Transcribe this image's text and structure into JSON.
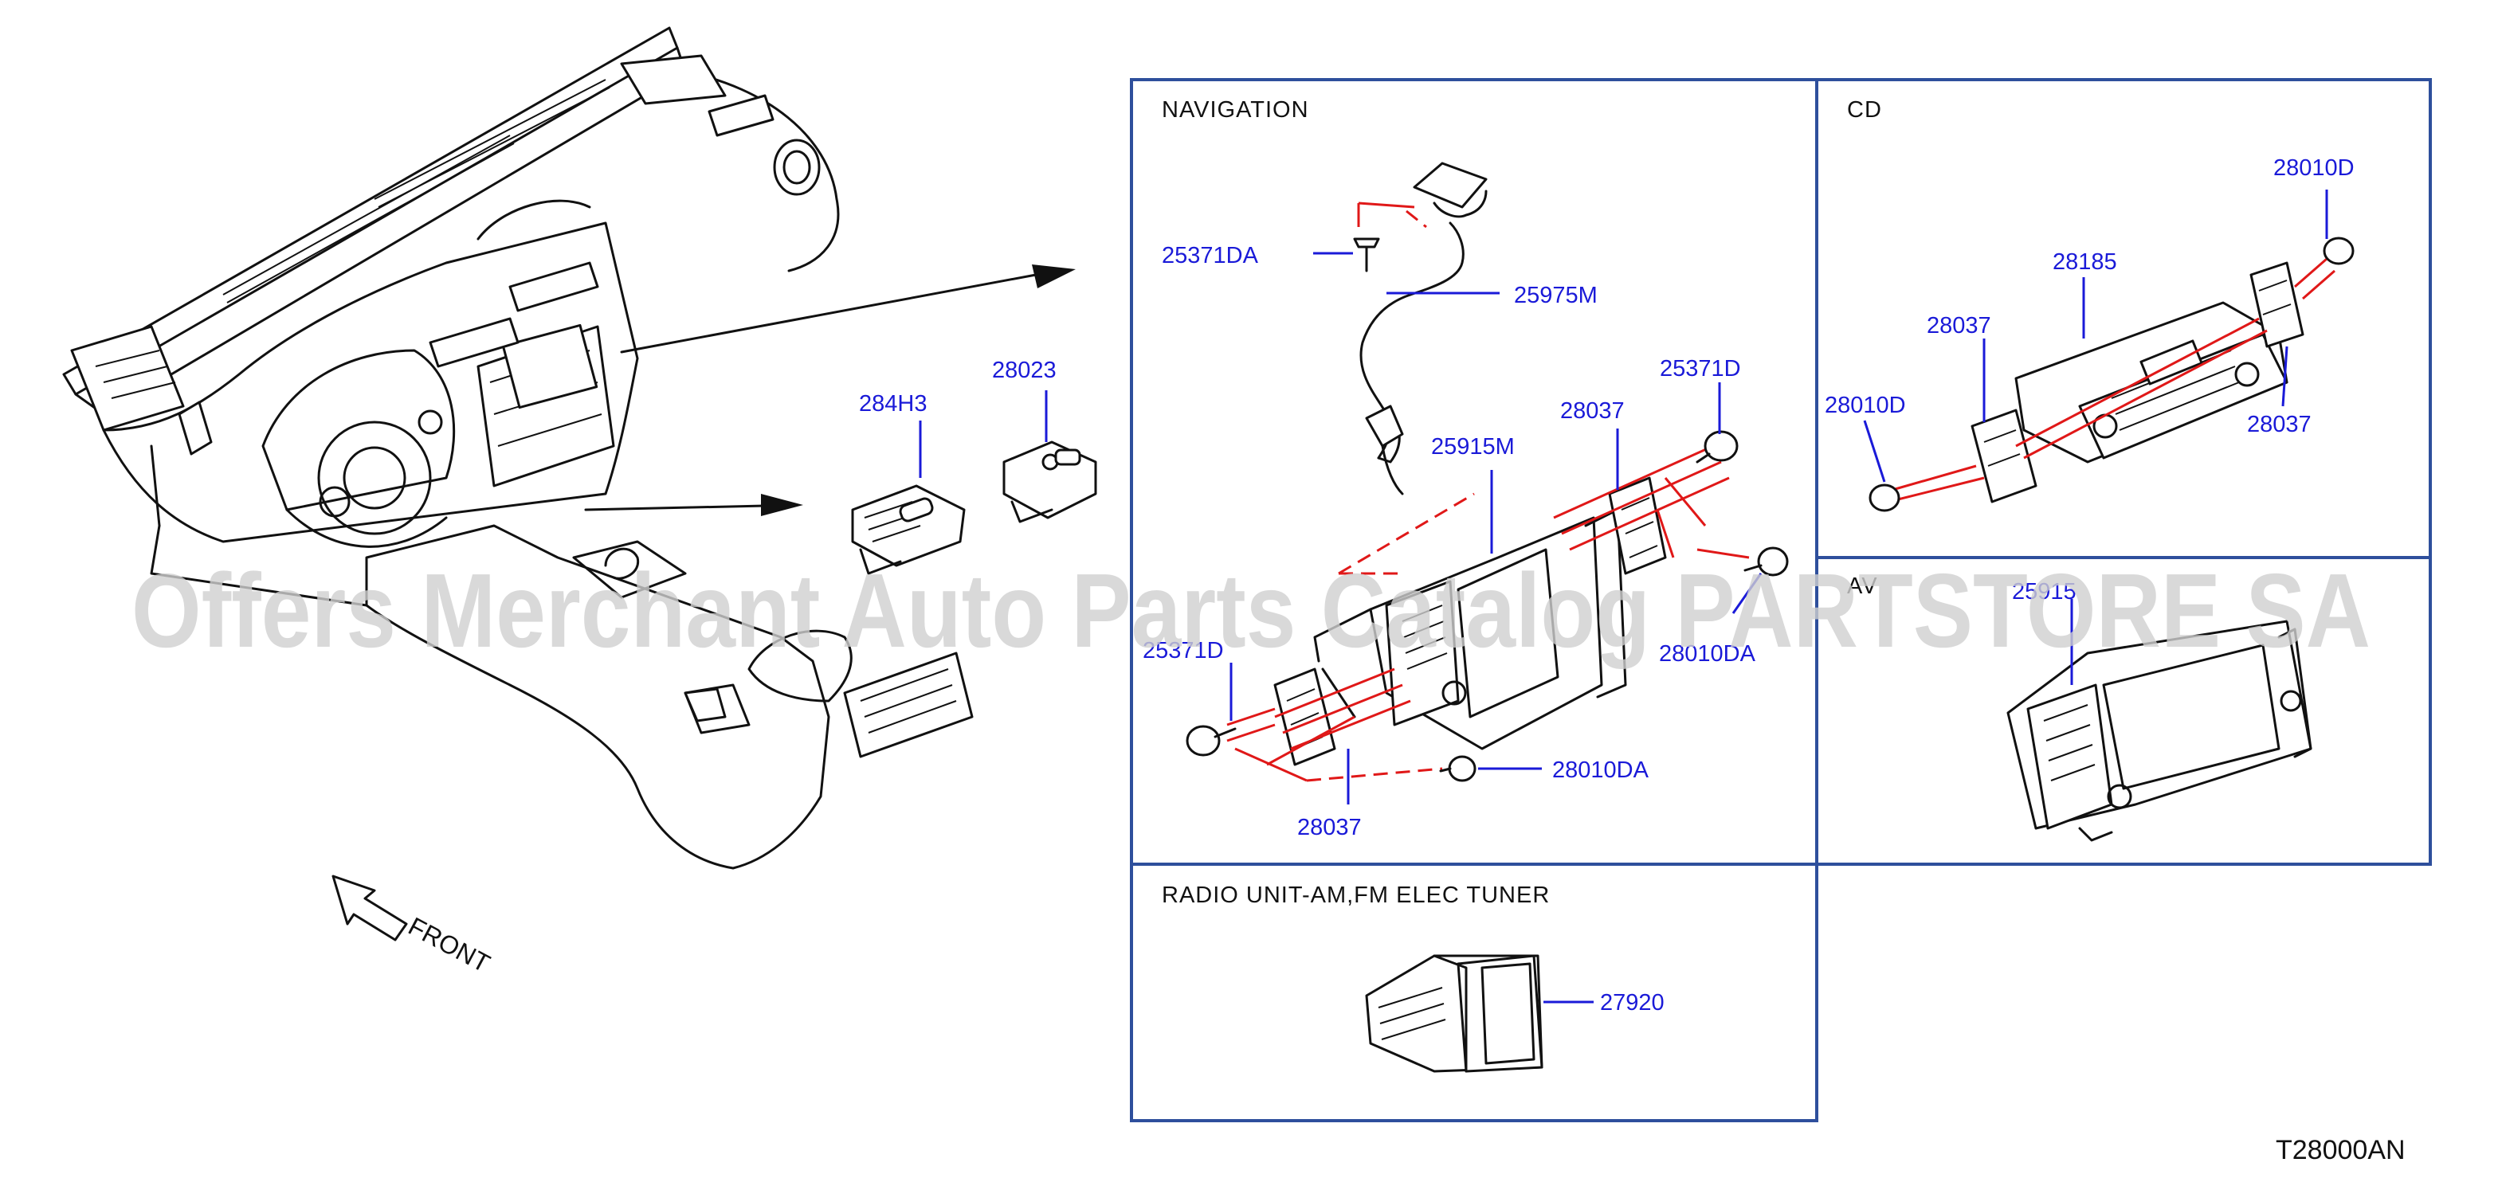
{
  "sections": {
    "navigation": "NAVIGATION",
    "cd": "CD",
    "av_partial": "AV",
    "radio": "RADIO   UNIT-AM,FM   ELEC   TUNER"
  },
  "parts": {
    "p284H3": "284H3",
    "p28023": "28023",
    "nav_25371DA": "25371DA",
    "nav_25975M": "25975M",
    "nav_25371D_top": "25371D",
    "nav_28037_top": "28037",
    "nav_25915M": "25915M",
    "nav_28010DA_right": "28010DA",
    "nav_25371D_left": "25371D",
    "nav_28010DA_bottom": "28010DA",
    "nav_28037_bottom": "28037",
    "cd_28010D_top": "28010D",
    "cd_28185": "28185",
    "cd_28037_left": "28037",
    "cd_28010D_left": "28010D",
    "cd_28037_right": "28037",
    "av_25915_partial": "25915",
    "radio_27920": "27920"
  },
  "front_label": "FRONT",
  "diagram_code": "T28000AN",
  "watermark": "Offers Merchant Auto Parts Catalog PARTSTORE SA",
  "colors": {
    "label_blue": "#1a1ad8",
    "panel_border": "#2e4f9c",
    "assembly_red": "#e01818",
    "line_black": "#111111"
  }
}
